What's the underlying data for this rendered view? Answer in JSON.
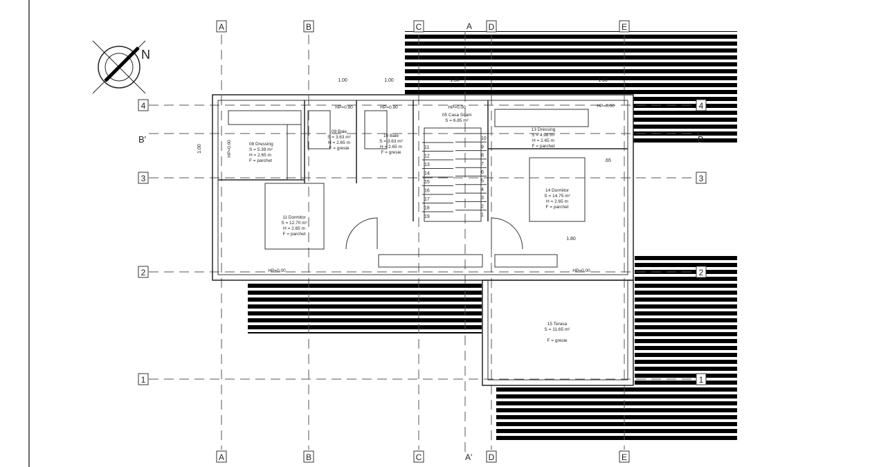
{
  "compass": {
    "label": "N"
  },
  "axes": {
    "vertical": [
      "A",
      "B",
      "C",
      "D",
      "E"
    ],
    "horizontal": [
      "4",
      "3",
      "2",
      "1"
    ],
    "sections": {
      "top": "A",
      "bottom": "A'",
      "left": "B'",
      "right": "B"
    }
  },
  "dimensions": [
    "1.00",
    "1.00",
    "1.00",
    "1.00",
    "1.00",
    "1.80",
    ".65"
  ],
  "hp_labels": [
    "HP=0.90",
    "HP=0.90",
    "HP=0.00",
    "HP=0.00",
    "HP=0.00",
    "HP=0.00",
    "HP=0.00"
  ],
  "rooms": [
    {
      "name": "08 Dressing",
      "area": "S = 5.39 m²",
      "height": "H = 2.65 m",
      "floor": "F = parchet"
    },
    {
      "name": "09 Baie",
      "area": "S = 3.63 m²",
      "height": "H = 2.65 m",
      "floor": "F = gresie"
    },
    {
      "name": "10 Baie",
      "area": "S = 3.63 m²",
      "height": "H = 2.65 m",
      "floor": "F = gresie"
    },
    {
      "name": "05 Casa Scarii",
      "area": "S = 6.85 m²"
    },
    {
      "name": "13 Dressing",
      "area": "S = 4.98 m²",
      "height": "H = 2.65 m",
      "floor": "F = parchet"
    },
    {
      "name": "14 Dormitor",
      "area": "S = 14.75 m²",
      "height": "H = 2.65 m",
      "floor": "F = parchet"
    },
    {
      "name": "11 Dormitor",
      "area": "S = 12.70 m²",
      "height": "H = 2.65 m",
      "floor": "F = parchet"
    },
    {
      "name": "15 Terasa",
      "area": "S = 11.65 m²",
      "floor": "F = gresie"
    }
  ],
  "stairs": {
    "left": [
      "11",
      "12",
      "13",
      "14",
      "15",
      "16",
      "17",
      "18",
      "19"
    ],
    "right": [
      "10",
      "9",
      "8",
      "7",
      "6",
      "5",
      "4",
      "3",
      "2",
      "1"
    ]
  }
}
